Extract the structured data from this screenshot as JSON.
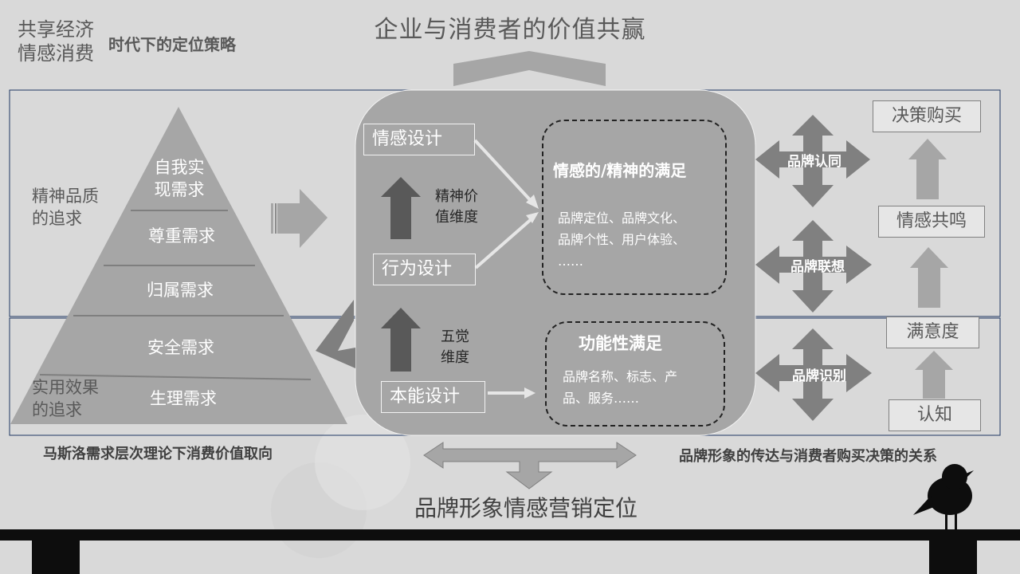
{
  "header": {
    "main_title": "企业与消费者的价值共赢",
    "top_left_line1": "共享经济",
    "top_left_line2": "情感消费",
    "top_left_subtitle": "时代下的定位策略"
  },
  "pyramid": {
    "levels": [
      "自我实现需求",
      "尊重需求",
      "归属需求",
      "安全需求",
      "生理需求"
    ],
    "top_line1": "自我实",
    "top_line2": "现需求",
    "spiritual_line1": "精神品质",
    "spiritual_line2": "的追求",
    "practical_line1": "实用效果",
    "practical_line2": "的追求",
    "caption": "马斯洛需求层次理论下消费价值取向"
  },
  "center": {
    "emotion_design": "情感设计",
    "behavior_design": "行为设计",
    "instinct_design": "本能设计",
    "spirit_dim_line1": "精神价",
    "spirit_dim_line2": "值维度",
    "five_sense_line1": "五觉",
    "five_sense_line2": "维度",
    "emotional_satisfaction": "情感的/精神的满足",
    "emotional_items_line1": "品牌定位、品牌文化、",
    "emotional_items_line2": "品牌个性、用户体验、",
    "emotional_items_line3": "……",
    "functional_satisfaction": "功能性满足",
    "functional_items_line1": "品牌名称、标志、产",
    "functional_items_line2": "品、服务……"
  },
  "brand_arrows": [
    "品牌认同",
    "品牌联想",
    "品牌识别"
  ],
  "right_column": {
    "steps": [
      "决策购买",
      "情感共鸣",
      "满意度",
      "认知"
    ],
    "caption": "品牌形象的传达与消费者购买决策的关系"
  },
  "footer": {
    "title": "品牌形象情感营销定位"
  },
  "colors": {
    "background": "#d9d9d9",
    "pyramid": "#a6a6a6",
    "center_panel": "#a6a6a6",
    "dark_arrow": "#595959",
    "light_arrow": "#a6a6a6"
  }
}
